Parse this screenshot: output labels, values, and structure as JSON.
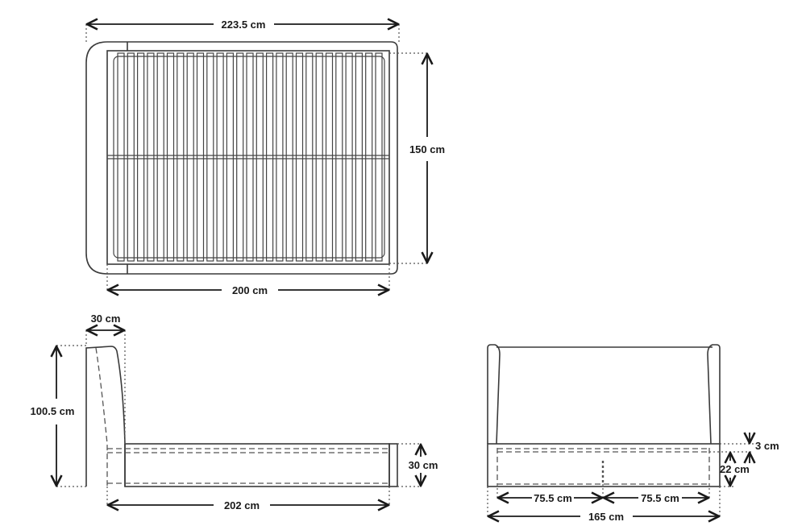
{
  "top_view": {
    "overall_length": "223.5 cm",
    "width": "150 cm",
    "slat_length": "200 cm",
    "slat_count": 27
  },
  "side_view": {
    "headboard_depth": "30 cm",
    "height": "100.5 cm",
    "base_height": "30 cm",
    "length": "202 cm"
  },
  "front_view": {
    "top_gap": "3 cm",
    "inner_height": "22 cm",
    "left_half": "75.5 cm",
    "right_half": "75.5 cm",
    "overall_width": "165 cm"
  },
  "colors": {
    "line": "#3a3a3a",
    "text": "#1a1a1a"
  }
}
